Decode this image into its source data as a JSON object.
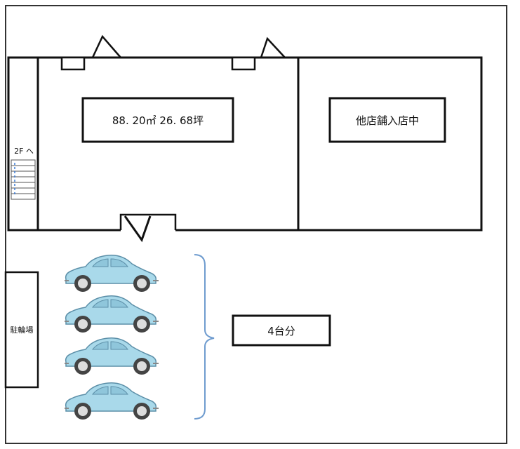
{
  "plan": {
    "unit_a_label": "88. 20㎡  26. 68坪",
    "unit_b_label": "他店舗入店中",
    "stairs_label": "2F へ",
    "bicycle_label": "駐輪場",
    "parking_label": "4台分"
  },
  "icons": {
    "car": "car-icon",
    "door": "door-icon",
    "bracket": "bracket-icon"
  },
  "colors": {
    "line": "#111111",
    "car_body": "#a9d9ea",
    "car_outline": "#5c8fa8",
    "stairs_blue": "#3a7bd5",
    "bracket": "#6f9ccf"
  },
  "parking": {
    "car_count": 4
  }
}
